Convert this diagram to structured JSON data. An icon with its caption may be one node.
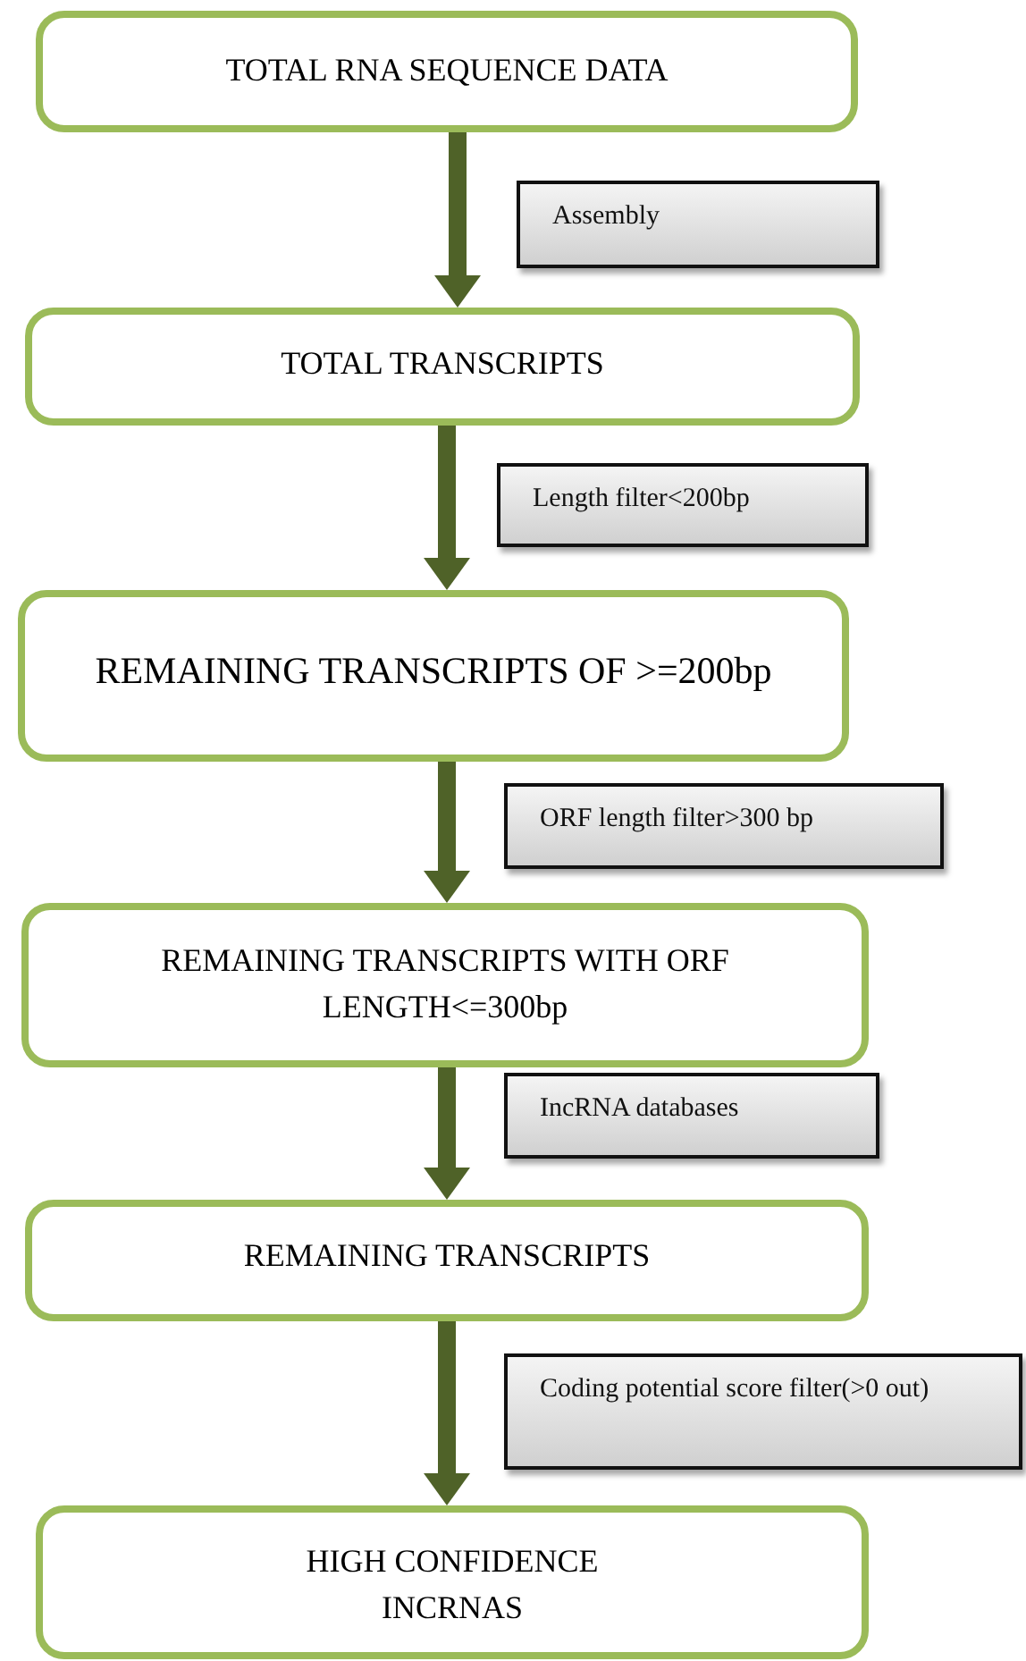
{
  "diagram": {
    "nodes": [
      {
        "text": [
          "TOTAL RNA SEQUENCE DATA"
        ]
      },
      {
        "text": [
          "Assembly"
        ]
      },
      {
        "text": [
          "TOTAL TRANSCRIPTS"
        ]
      },
      {
        "text": [
          "Length filter<200bp"
        ]
      },
      {
        "text": [
          "REMAINING TRANSCRIPTS OF >=200bp"
        ]
      },
      {
        "text": [
          "ORF length filter>300 bp"
        ]
      },
      {
        "text": [
          "REMAINING TRANSCRIPTS WITH ORF LENGTH<=300bp"
        ]
      },
      {
        "text": [
          "IncRNA databases"
        ]
      },
      {
        "text": [
          "REMAINING TRANSCRIPTS"
        ]
      },
      {
        "text": [
          "Coding potential score filter(>0 out)"
        ]
      },
      {
        "text": [
          "HIGH CONFIDENCE INCRNAS"
        ]
      }
    ],
    "edges": [
      {
        "from": 0,
        "to": 2,
        "arrow": "to"
      },
      {
        "from": 2,
        "to": 4,
        "arrow": "to"
      },
      {
        "from": 4,
        "to": 6,
        "arrow": "to"
      },
      {
        "from": 6,
        "to": 8,
        "arrow": "to"
      },
      {
        "from": 8,
        "to": 10,
        "arrow": "to"
      }
    ]
  }
}
